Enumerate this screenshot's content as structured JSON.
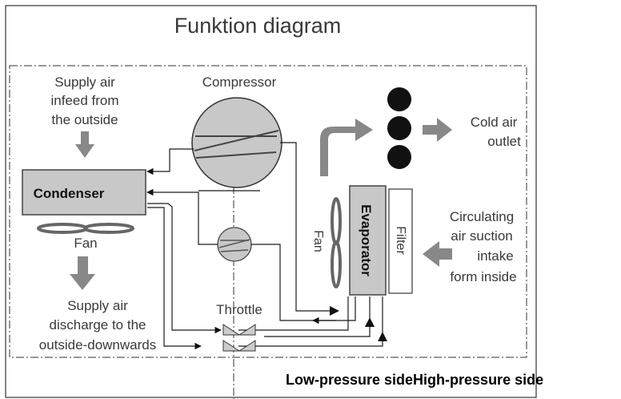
{
  "title": "Funktion diagram",
  "labels": {
    "supply_in": [
      "Supply air",
      "infeed from",
      "the outside"
    ],
    "compressor": "Compressor",
    "condenser": "Condenser",
    "fan_left": "Fan",
    "supply_out": [
      "Supply air",
      "discharge to the",
      "outside-downwards"
    ],
    "throttle": "Throttle",
    "cold_air": [
      "Cold air",
      "outlet"
    ],
    "fan_right": "Fan",
    "evaporator": "Evaporator",
    "filter": "Filter",
    "circulating": [
      "Circulating",
      "air suction",
      "intake",
      "form inside"
    ]
  },
  "footer": {
    "low": "Low-pressure side",
    "high": "High-pressure side"
  },
  "colors": {
    "box_fill": "#c8c8c8",
    "arrow_gray": "#888888",
    "line": "#1a1a1a",
    "dot": "#111111"
  }
}
